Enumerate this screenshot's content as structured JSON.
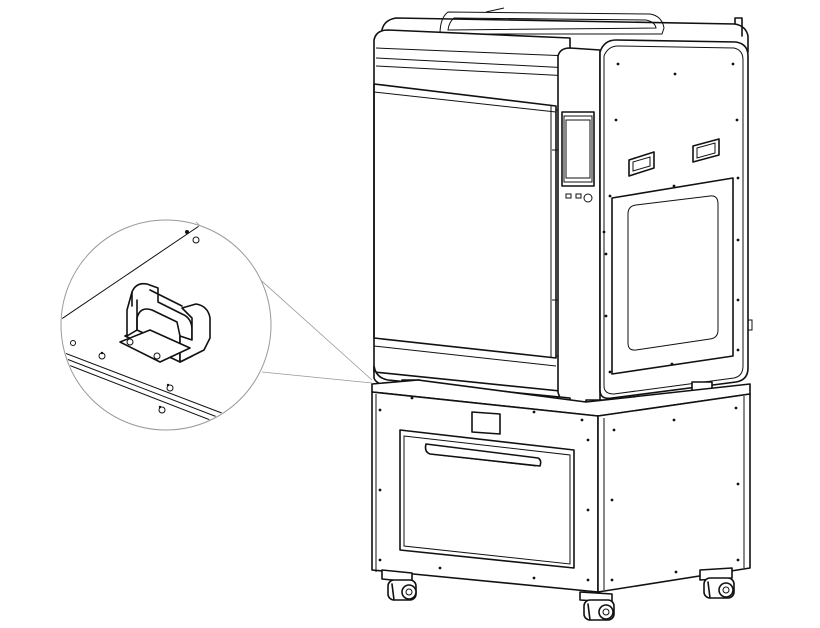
{
  "figure": {
    "style": "line-art",
    "stroke_color": "#111111",
    "background_color": "#ffffff",
    "callout_line_color": "#999999"
  },
  "components": {
    "printer": "3d-printer-enclosure",
    "stand": "cabinet-stand-with-drawer",
    "detail": "stand-top-bracket-detail",
    "wheels": "caster-wheels"
  }
}
